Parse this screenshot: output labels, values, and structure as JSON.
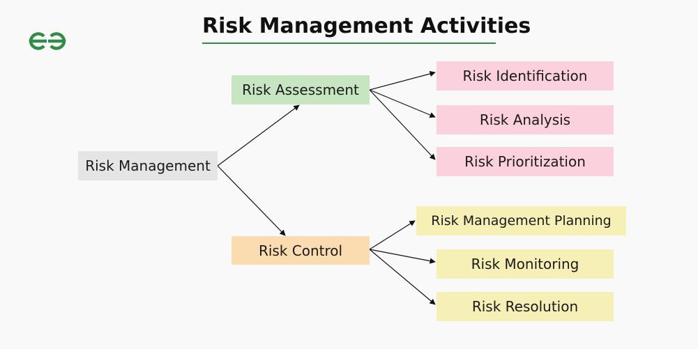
{
  "title": "Risk Management Activities",
  "brand": {
    "logo_icon": "geeksforgeeks-logo-icon",
    "color": "#2f8d46"
  },
  "diagram": {
    "root": {
      "label": "Risk Management"
    },
    "branches": [
      {
        "label": "Risk Assessment",
        "color": "#c6e5c0",
        "children": [
          {
            "label": "Risk Identification",
            "color": "#fbd1dd"
          },
          {
            "label": "Risk Analysis",
            "color": "#fbd1dd"
          },
          {
            "label": "Risk Prioritization",
            "color": "#fbd1dd"
          }
        ]
      },
      {
        "label": "Risk Control",
        "color": "#fadcb0",
        "children": [
          {
            "label": "Risk Management Planning",
            "color": "#f6f0b6"
          },
          {
            "label": "Risk Monitoring",
            "color": "#f6f0b6"
          },
          {
            "label": "Risk Resolution",
            "color": "#f6f0b6"
          }
        ]
      }
    ]
  }
}
